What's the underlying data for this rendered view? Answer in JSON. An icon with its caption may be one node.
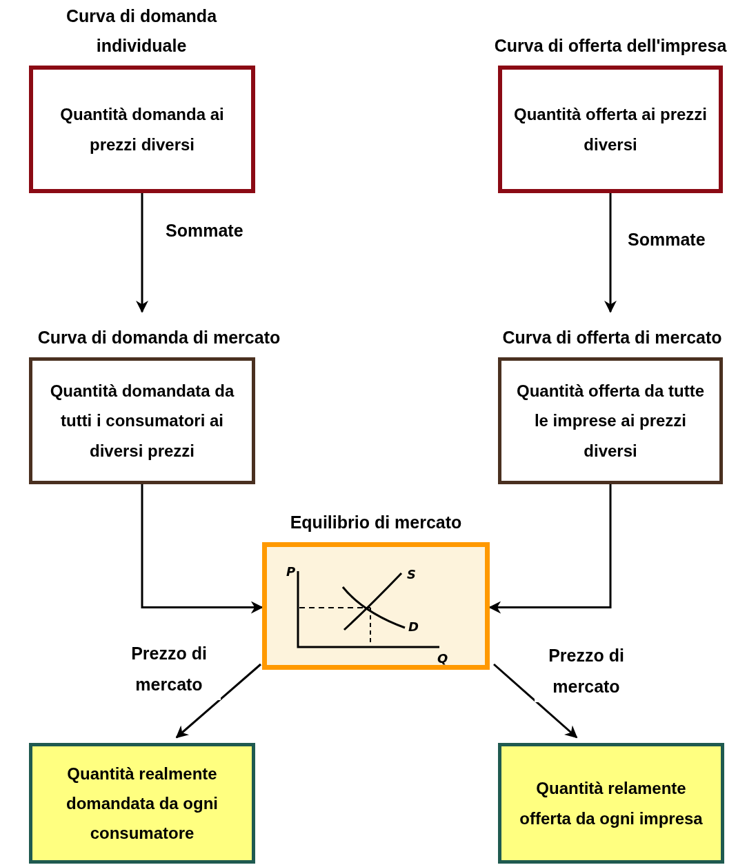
{
  "diagram": {
    "nodes": [
      {
        "text": [
          "Curva di domanda individuale",
          "Quantità domanda ai prezzi diversi"
        ]
      },
      {
        "text": [
          "Curva di offerta dell'impresa",
          "Quantità offerta ai prezzi diversi"
        ]
      },
      {
        "text": [
          "Curva di domanda di mercato",
          "Quantità domandata da tutti i consumatori ai diversi prezzi"
        ]
      },
      {
        "text": [
          "Curva di offerta di mercato",
          "Quantità offerta da tutte le imprese ai prezzi diversi"
        ]
      },
      {
        "text": [
          "Equilibrio di mercato"
        ]
      },
      {
        "text": [
          "Quantità realmente domandata da ogni consumatore"
        ]
      },
      {
        "text": [
          "Quantità relamente offerta da ogni impresa"
        ]
      }
    ],
    "edges": [
      {
        "from": 0,
        "to": 2,
        "arrow": "to",
        "label": "Sommate"
      },
      {
        "from": 1,
        "to": 3,
        "arrow": "to",
        "label": "Sommate"
      },
      {
        "from": 2,
        "to": 4,
        "arrow": "to"
      },
      {
        "from": 3,
        "to": 4,
        "arrow": "to"
      },
      {
        "from": 4,
        "to": 5,
        "arrow": "to",
        "label": "Prezzo di mercato"
      },
      {
        "from": 4,
        "to": 6,
        "arrow": "to",
        "label": "Prezzo di mercato"
      }
    ],
    "labels": [
      "P",
      "S",
      "D",
      "Q"
    ]
  }
}
